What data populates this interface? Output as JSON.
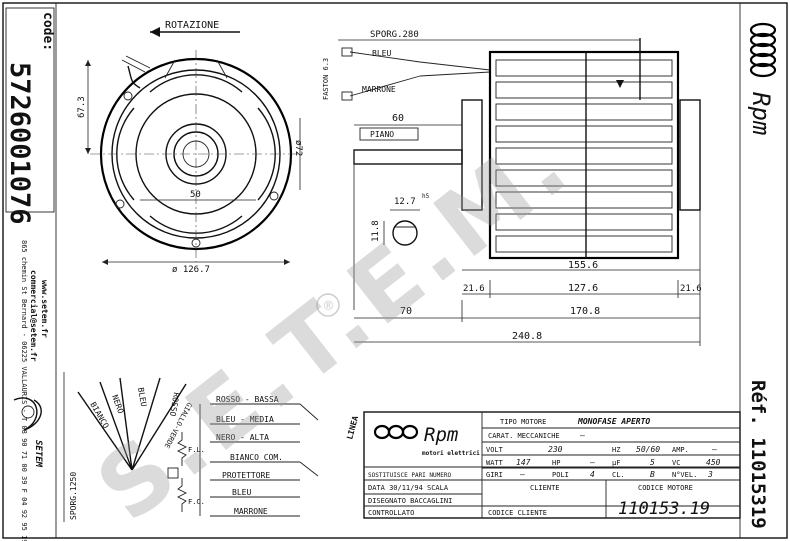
{
  "code_label": "code:",
  "code_number": "5726001076",
  "contact": {
    "address": "865 chemin St Bernard - 06225 VALLAURIS - T 08 90 71 00 39  F 04 92 95 19 39",
    "email": "commercial@setem.fr",
    "web": "www.setem.fr"
  },
  "brand": {
    "name": "Rpm",
    "subtitle": "motori elettrici",
    "watermark": "S.E.T.E.M.",
    "registered": "®",
    "logo_text": "SETEM"
  },
  "reference": "Réf. 11015319",
  "front_view": {
    "rotation_label": "ROTAZIONE",
    "dims": {
      "height": "67.3",
      "diameter": "ø72",
      "bolt": "50",
      "outer": "ø 126.7"
    }
  },
  "side_view": {
    "lead_label": "SPORG.280",
    "wire_labels": [
      "BLEU",
      "MARRONE"
    ],
    "faston_label": "FASTON 6.3",
    "dims": {
      "shaft_len": "60",
      "shaft_label": "PIANO",
      "shaft_d": "12.7",
      "shaft_tol": "h5",
      "flat": "11.8",
      "body_len": "155.6",
      "left_ext": "21.6",
      "stator": "127.6",
      "right_ext": "21.6",
      "front_len": "70",
      "total_body": "170.8",
      "total": "240.8"
    }
  },
  "wiring": {
    "lead_label": "SPORG.1250",
    "fan_wires": [
      "BIANCO",
      "NERO",
      "BLEU",
      "ROSSO",
      "GIALLO-VERDE"
    ],
    "connections": [
      "ROSSO - BASSA",
      "BLEU - MEDIA",
      "NERO - ALTA",
      "BIANCO COM.",
      "PROTETTORE",
      "BLEU",
      "MARRONE"
    ],
    "fl_label": "F.L.",
    "fc_label": "F.C.",
    "line_label": "LINEA"
  },
  "title_block": {
    "left_rows": [
      "SOSTITUISCE PARI NUMERO",
      "DATA   30/11/94  SCALA",
      "DISEGNATO  BACCAGLINI",
      "CONTROLLATO"
    ],
    "motor_type_label": "TIPO MOTORE",
    "motor_type_value": "MONOFASE APERTO",
    "mech_label": "CARAT. MECCANICHE",
    "mech_value": "—",
    "specs": [
      [
        "VOLT",
        "230",
        "HZ",
        "50/60",
        "AMP.",
        "—"
      ],
      [
        "WATT",
        "147",
        "HP",
        "—",
        "µF",
        "5",
        "VC",
        "450"
      ],
      [
        "GIRI",
        "—",
        "POLI",
        "4",
        "CL.",
        "B",
        "N°VEL.",
        "3"
      ]
    ],
    "client_label": "CLIENTE",
    "motor_code_label": "CODICE MOTORE",
    "client_code_label": "CODICE CLIENTE",
    "motor_code": "110153.19"
  }
}
